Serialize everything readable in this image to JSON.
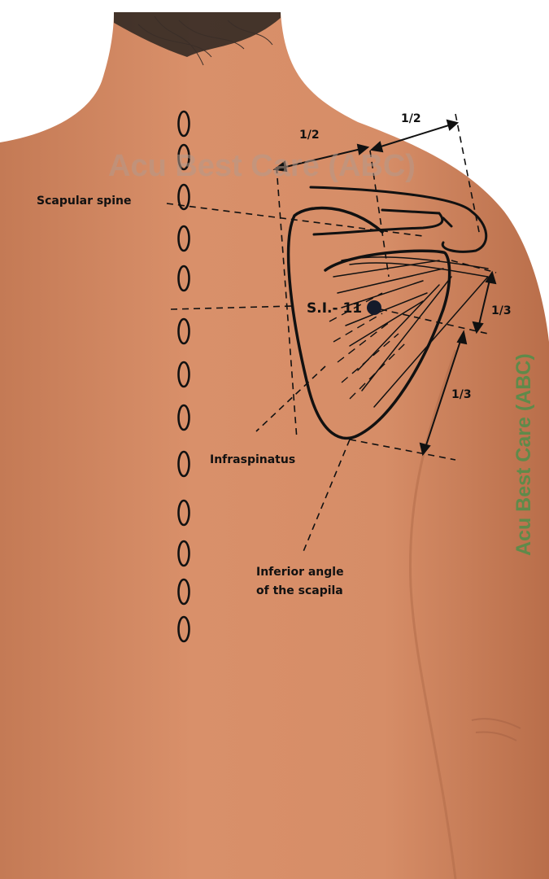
{
  "labels": {
    "scapular_spine": "Scapular spine",
    "point": "S.I.- 11",
    "infraspinatus": "Infraspinatus",
    "inferior_angle_line1": "Inferior angle",
    "inferior_angle_line2": "of the scapila",
    "half_left": "1/2",
    "half_right": "1/2",
    "third_top": "1/3",
    "third_bottom": "1/3"
  },
  "watermarks": {
    "horizontal": "Acu Best Care (ABC)",
    "vertical": "Acu Best Care (ABC)"
  },
  "colors": {
    "skin": "#d68d67",
    "skin_shadow": "#b86f4c",
    "ink": "#111111",
    "point": "#141a2a",
    "watermark_gray": "#b49a8c",
    "watermark_green": "#5f8a4a"
  }
}
